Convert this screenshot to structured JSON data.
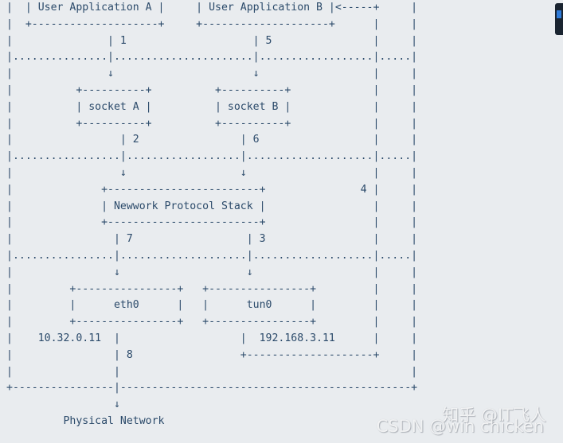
{
  "page": {
    "background": "#e9ecef",
    "diagram_text_color": "#2b4a6a"
  },
  "diagram": {
    "ascii_lines": [
      "|  | User Application A |     | User Application B |<-----+     |",
      "|  +--------------------+     +--------------------+      |     |",
      "|               | 1                    | 5                |     |",
      "|...............|......................|..................|.....|",
      "|               ↓                      ↓                  |     |",
      "|          +----------+          +----------+             |     |",
      "|          | socket A |          | socket B |             |     |",
      "|          +----------+          +----------+             |     |",
      "|                 | 2                | 6                  |     |",
      "|.................|..................|....................|.....|",
      "|                 ↓                  ↓                    |     |",
      "|              +------------------------+               4 |     |",
      "|              | Newwork Protocol Stack |                 |     |",
      "|              +------------------------+                 |     |",
      "|                | 7                  | 3                 |     |",
      "|................|....................|...................|.....|",
      "|                ↓                    ↓                   |     |",
      "|         +----------------+   +----------------+         |     |",
      "|         |      eth0      |   |      tun0      |         |     |",
      "|         +----------------+   +----------------+         |     |",
      "|    10.32.0.11  |                   |  192.168.3.11      |     |",
      "|                | 8                 +--------------------+     |",
      "|                |                                              |",
      "+----------------|----------------------------------------------+",
      "                 ↓",
      "         Physical Network"
    ],
    "nodes": {
      "app_a": "User Application A",
      "app_b": "User Application B",
      "socket_a": "socket A",
      "socket_b": "socket B",
      "protocol_stack": "Newwork Protocol Stack",
      "physical_nic": "eth0",
      "virtual_nic": "tun0",
      "bottom_label": "Physical Network"
    },
    "ip_addresses": {
      "eth0": "10.32.0.11",
      "tun0": "192.168.3.11"
    },
    "flow_step_numbers": [
      "1",
      "2",
      "3",
      "4",
      "5",
      "6",
      "7",
      "8"
    ]
  },
  "watermarks": {
    "zhihu": "知乎 @IT飞人",
    "csdn": "CSDN @win chicken"
  },
  "corner_widget": {
    "background": "#1a2430",
    "accent": "#2f7bd9"
  }
}
